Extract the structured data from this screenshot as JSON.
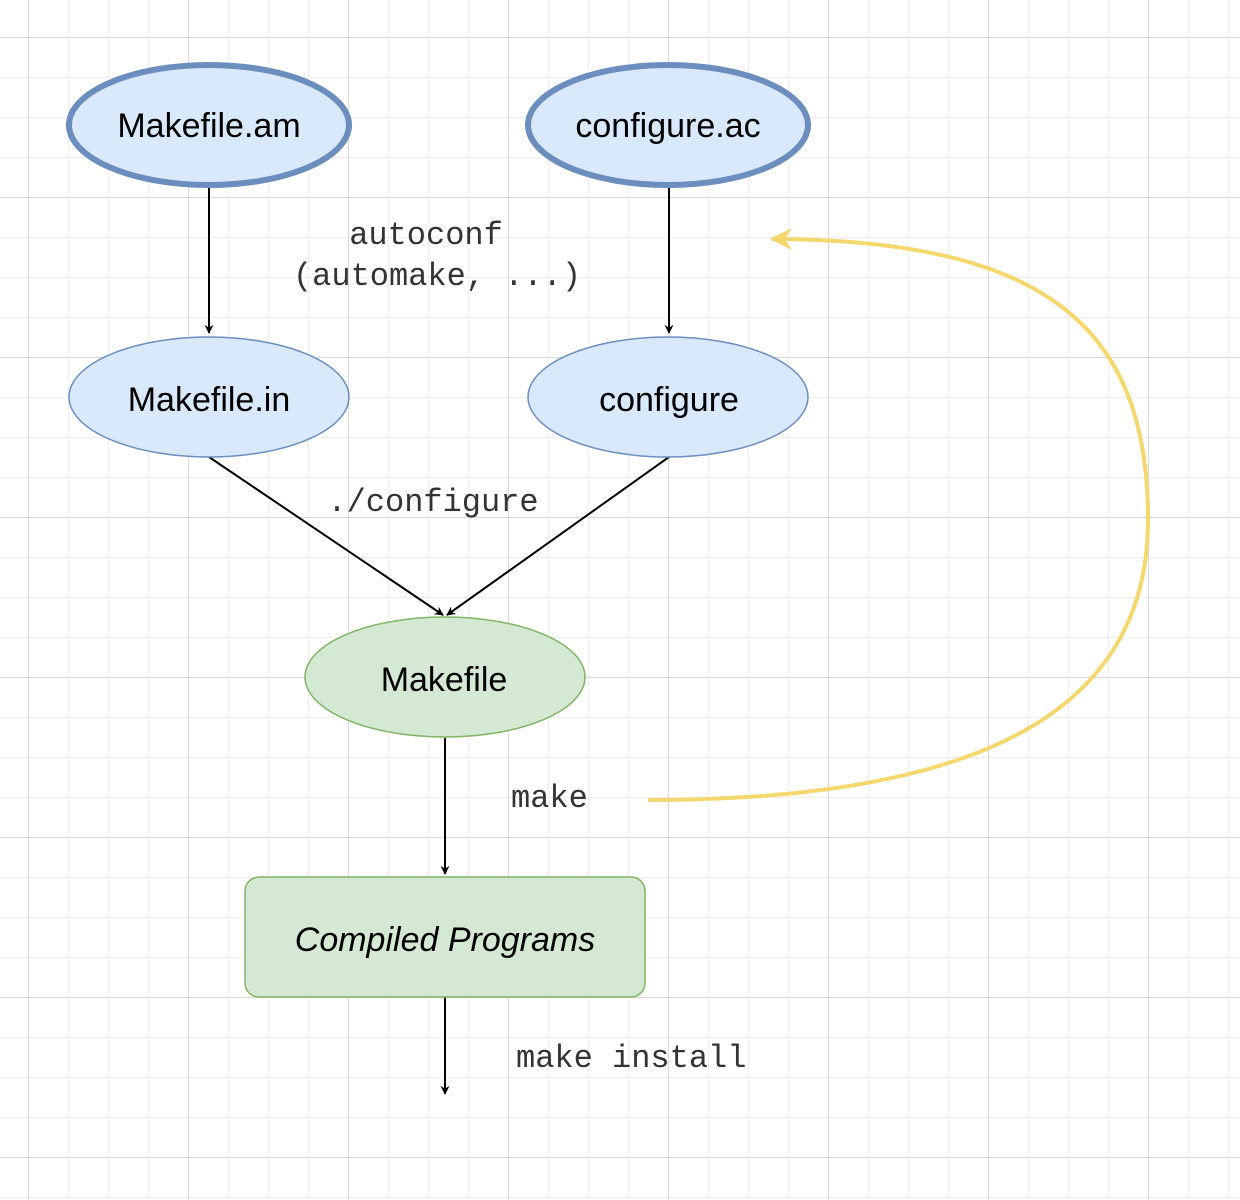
{
  "nodes": {
    "makefile_am": "Makefile.am",
    "configure_ac": "configure.ac",
    "makefile_in": "Makefile.in",
    "configure": "configure",
    "makefile": "Makefile",
    "compiled": "Compiled Programs"
  },
  "edge_labels": {
    "autoconf_line1": "autoconf",
    "autoconf_line2": "(automake, ...)",
    "configure_cmd": "./configure",
    "make": "make",
    "make_install": "make install"
  },
  "colors": {
    "blue_fill": "#dae8fc",
    "blue_stroke": "#6c8ebf",
    "green_fill": "#d5e8d4",
    "green_stroke": "#82b366",
    "yellow_arrow": "#f5d76e",
    "edge": "#000000"
  }
}
